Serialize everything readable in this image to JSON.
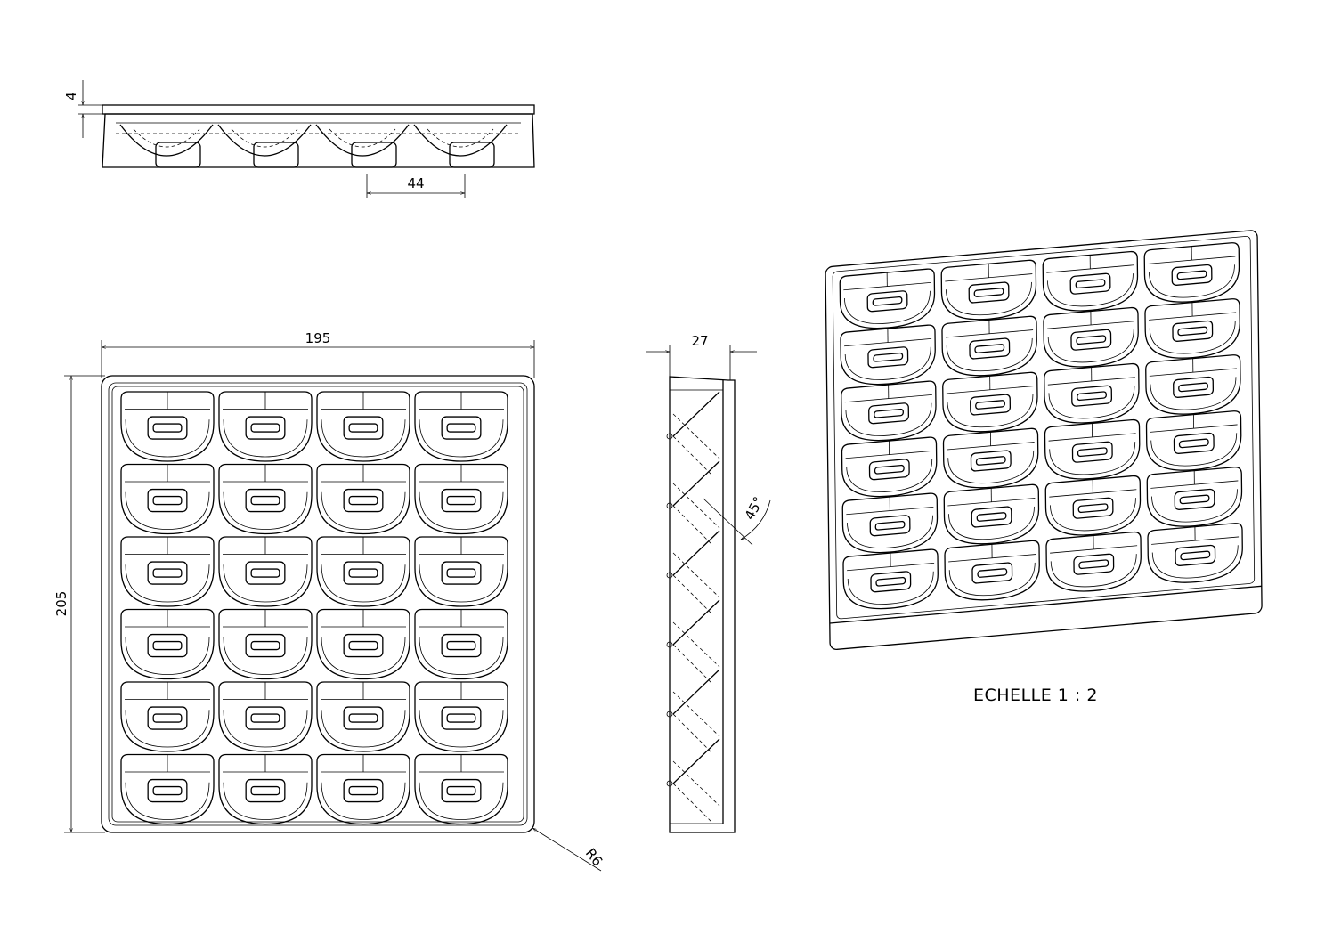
{
  "drawing": {
    "views": [
      "top-view",
      "front-view",
      "side-view",
      "isometric-view"
    ],
    "grid": {
      "columns": 4,
      "rows": 6
    },
    "dimensions": {
      "flange_thickness": "4",
      "cell_pitch": "44",
      "width": "195",
      "height": "205",
      "depth": "27",
      "angle": "45°",
      "corner_radius": "R6"
    },
    "scale_label": "ECHELLE 1 : 2"
  }
}
